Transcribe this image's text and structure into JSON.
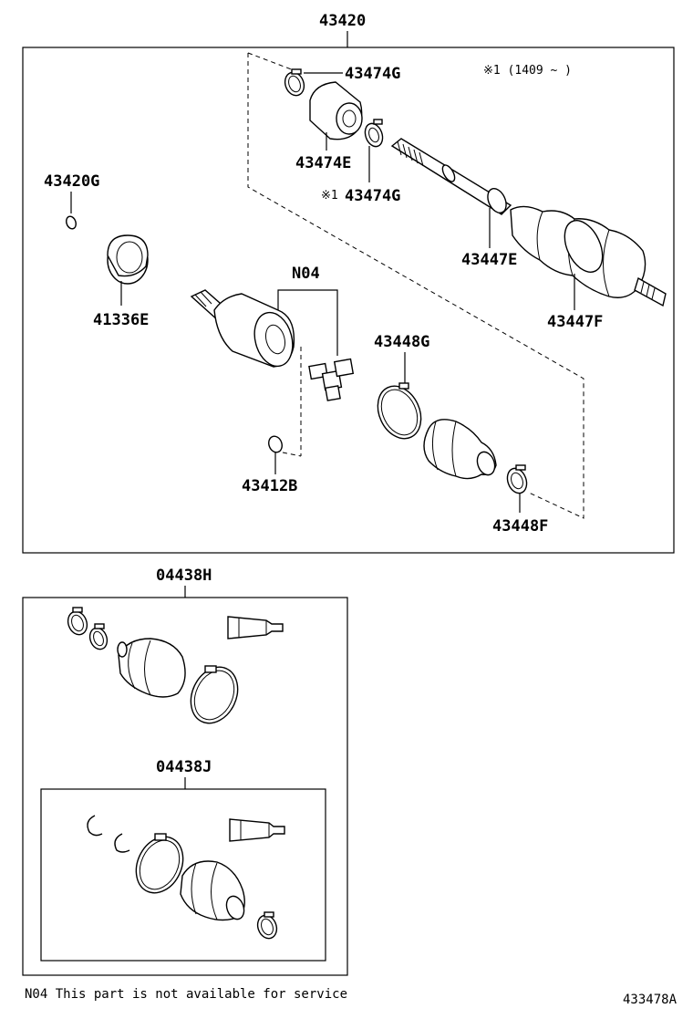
{
  "diagram": {
    "main_assembly": {
      "label": "43420"
    },
    "parts": {
      "p43474g_top": "43474G",
      "p43474e": "43474E",
      "p43474g_mark": "※1",
      "p43474g_bot": "43474G",
      "note_range": "※1 (1409 ~     )",
      "p43420g": "43420G",
      "p41336e": "41336E",
      "n04": "N04",
      "p43447e": "43447E",
      "p43447f": "43447F",
      "p43448g": "43448G",
      "p43412b": "43412B",
      "p43448f": "43448F"
    },
    "kit_h": {
      "label": "04438H"
    },
    "kit_j": {
      "label": "04438J"
    },
    "footnote": "N04 This part is not available for service",
    "figure_id": "433478A"
  }
}
